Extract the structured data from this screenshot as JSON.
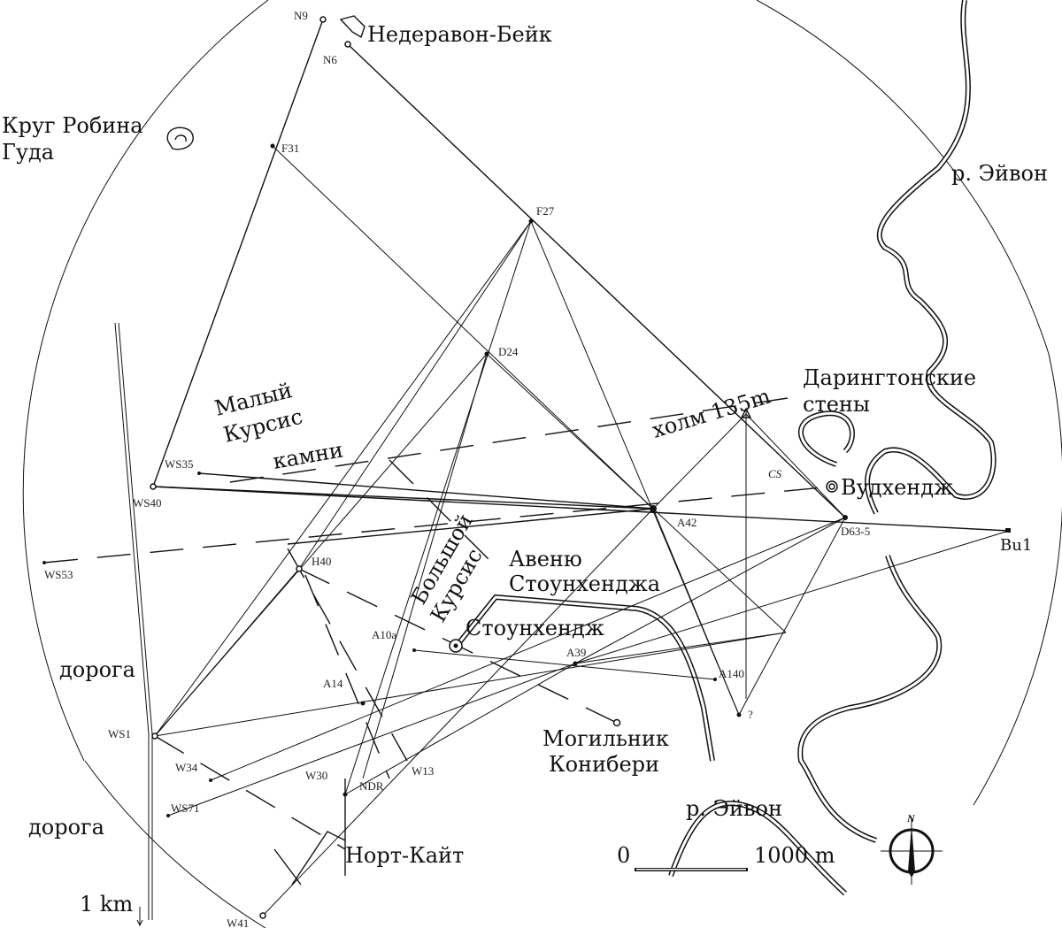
{
  "sites": {
    "N9": "N9",
    "N6": "N6",
    "F31": "F31",
    "F27": "F27",
    "D24": "D24",
    "WS35": "WS35",
    "WS40": "WS40",
    "WS53": "WS53",
    "H40": "H40",
    "A42": "A42",
    "D63_5": "D63-5",
    "Bu1": "Bu1",
    "A10a": "A10a",
    "A39": "A39",
    "A140": "A140",
    "question": "?",
    "A14": "A14",
    "WS1": "WS1",
    "W34": "W34",
    "WS71": "WS71",
    "W30": "W30",
    "NDR": "NDR",
    "W13": "W13",
    "W41": "W41",
    "CS": "CS"
  },
  "places": {
    "netheravon": "Недеравон-Бейк",
    "robin_hood_1": "Круг Робина",
    "robin_hood_2": "Гуда",
    "river_avon_ne": "р. Эйвон",
    "durrington_1": "Дарингтонские",
    "durrington_2": "стены",
    "woodhenge": "Вудхендж",
    "hill": "холм 135m",
    "lesser_cursus_1": "Малый",
    "lesser_cursus_2": "Курсис",
    "stones": "камни",
    "greater_cursus_1": "Большой",
    "greater_cursus_2": "Курсис",
    "avenue_1": "Авеню",
    "avenue_2": "Стоунхенджа",
    "stonehenge": "Стоунхендж",
    "road_1": "дорога",
    "road_2": "дорога",
    "conybury_1": "Могильник",
    "conybury_2": "Конибери",
    "river_avon_s": "р. Эйвон",
    "north_kite": "Норт-Кайт",
    "km_marker": "1 km"
  },
  "scale_bar": {
    "start": "0",
    "end": "1000 m"
  },
  "compass": {
    "north": "N"
  }
}
